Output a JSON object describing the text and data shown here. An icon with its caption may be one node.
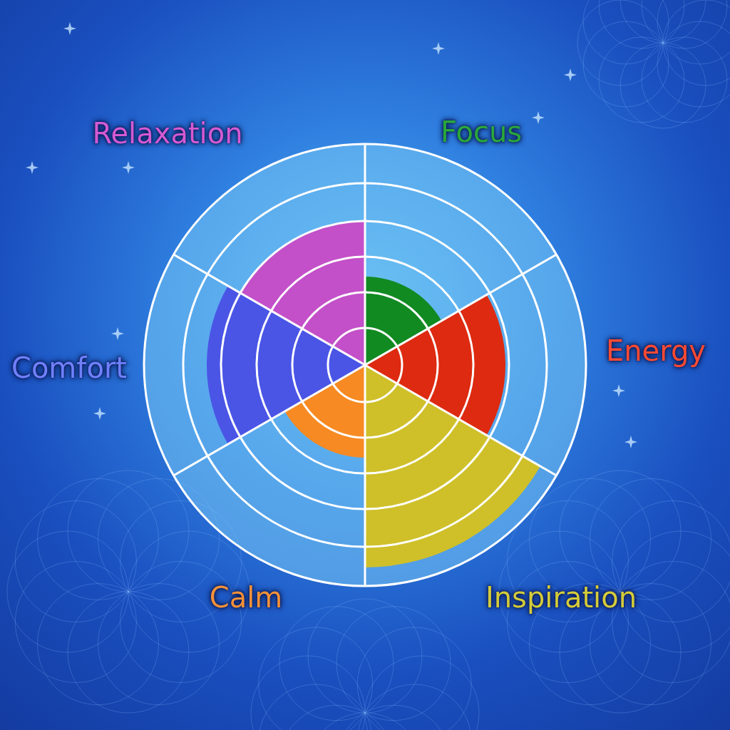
{
  "diagram": {
    "labels": [
      "Relaxation",
      "Focus",
      "Comfort",
      "Energy",
      "Calm",
      "Inspiration"
    ]
  }
}
